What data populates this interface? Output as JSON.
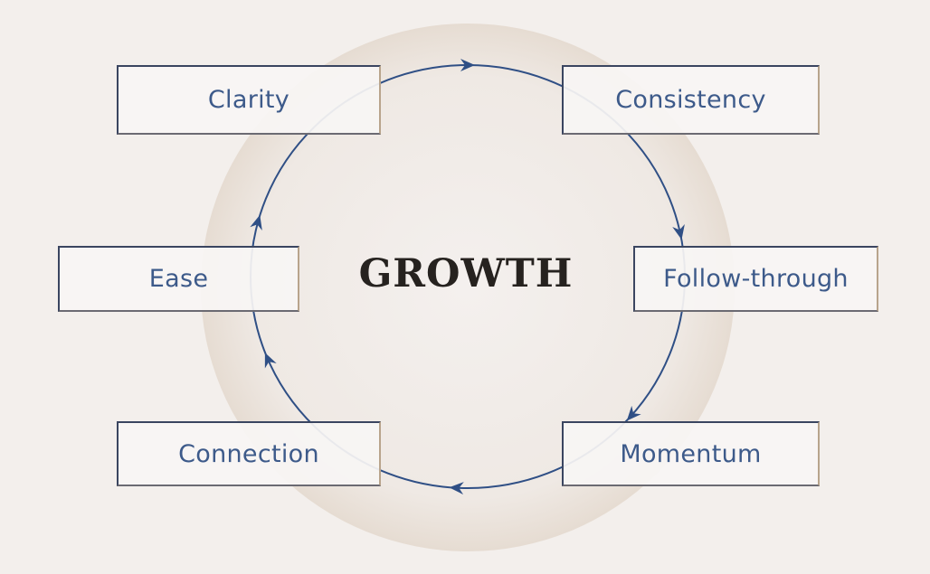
{
  "center_label": "GROWTH",
  "stages": [
    {
      "label": "Clarity"
    },
    {
      "label": "Consistency"
    },
    {
      "label": "Follow-through"
    },
    {
      "label": "Momentum"
    },
    {
      "label": "Connection"
    },
    {
      "label": "Ease"
    }
  ],
  "flow_direction": "clockwise",
  "colors": {
    "arrow": "#2f4f85",
    "text": "#3d5a8a",
    "title": "#26221f",
    "background": "#f3efec",
    "disc": "#ebe3dc"
  }
}
